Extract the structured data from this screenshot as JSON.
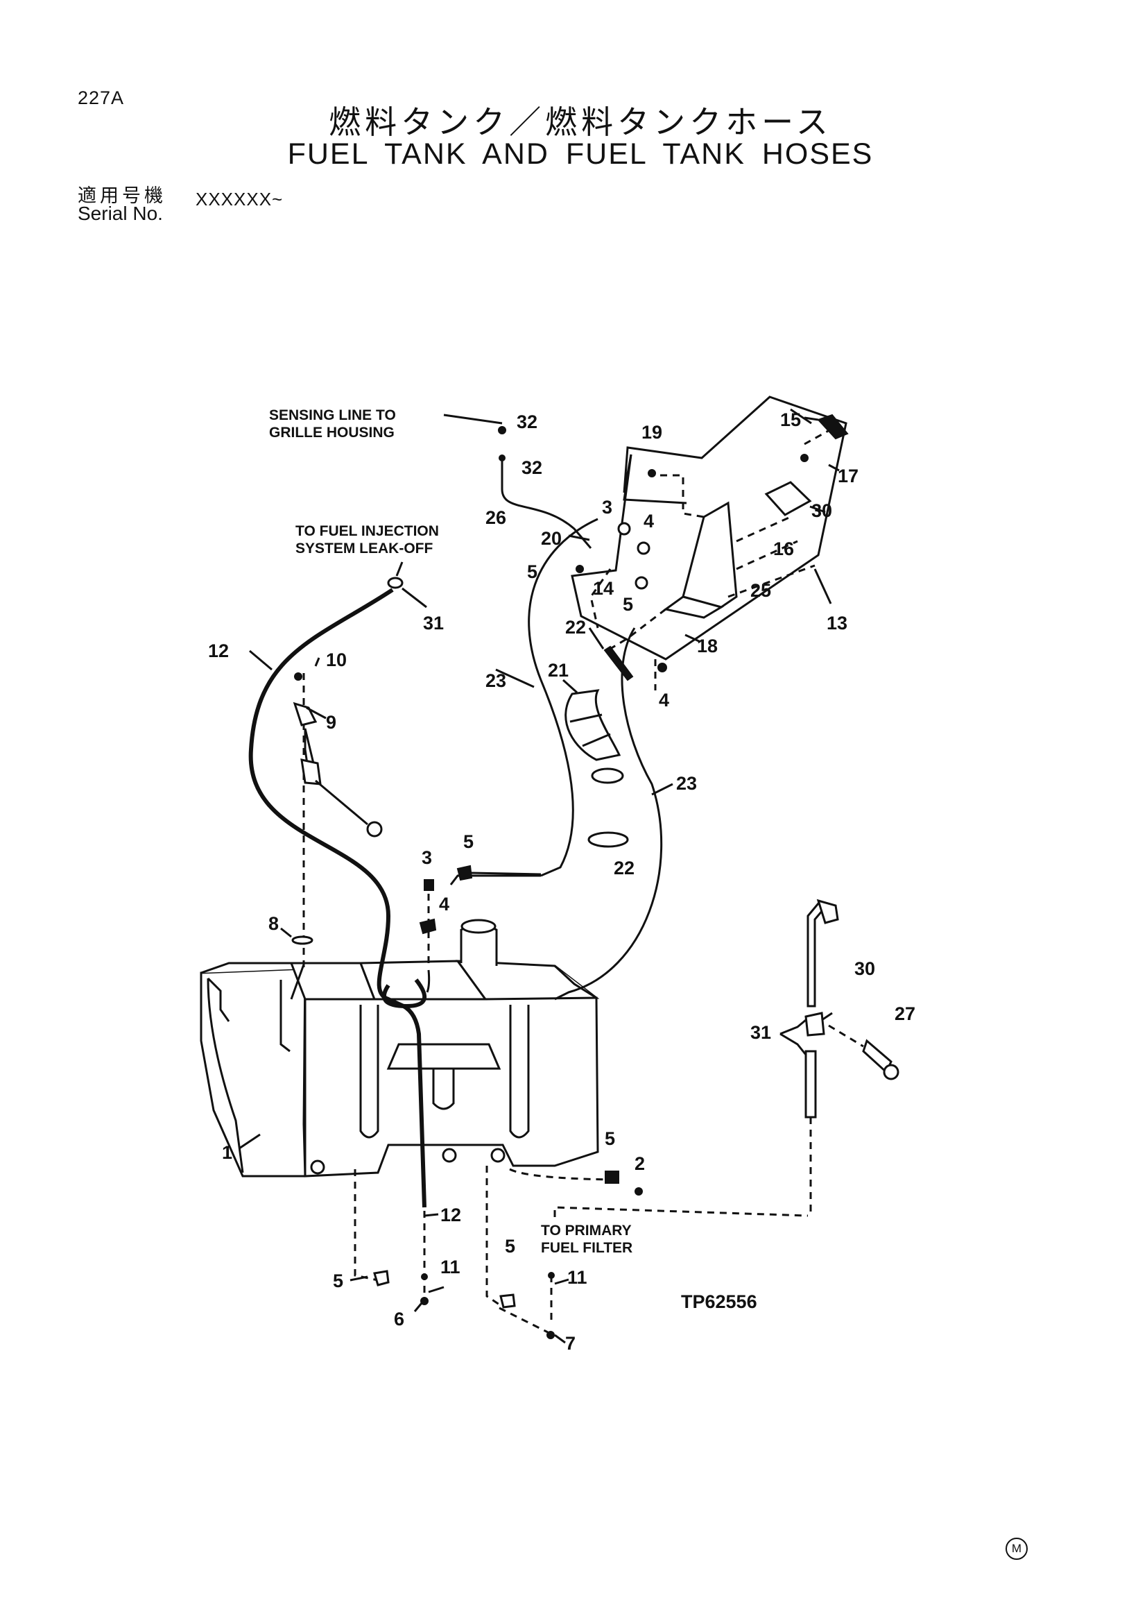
{
  "header": {
    "page_code": "227A",
    "title_jp": "燃料タンク／燃料タンクホース",
    "title_en": "FUEL TANK AND FUEL TANK HOSES",
    "serial_label_jp": "適用号機",
    "serial_label_en": "Serial No.",
    "serial_value": "XXXXXX~"
  },
  "notes": {
    "sensing_line_1": "SENSING LINE TO",
    "sensing_line_2": "GRILLE HOUSING",
    "injection_1": "TO FUEL INJECTION",
    "injection_2": "SYSTEM LEAK-OFF",
    "primary_1": "TO PRIMARY",
    "primary_2": "FUEL FILTER",
    "figure_code": "TP62556"
  },
  "callouts": [
    "1",
    "2",
    "3",
    "3",
    "4",
    "4",
    "4",
    "5",
    "5",
    "5",
    "5",
    "5",
    "5",
    "6",
    "7",
    "8",
    "9",
    "10",
    "11",
    "11",
    "12",
    "12",
    "13",
    "14",
    "15",
    "16",
    "17",
    "18",
    "19",
    "20",
    "21",
    "22",
    "22",
    "23",
    "23",
    "25",
    "26",
    "27",
    "30",
    "30",
    "31",
    "31",
    "32",
    "32"
  ],
  "footer": {
    "mark": "M"
  }
}
